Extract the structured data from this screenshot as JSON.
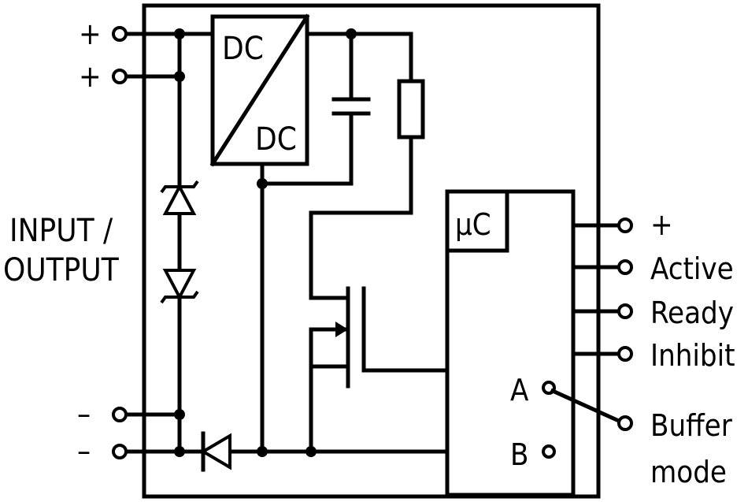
{
  "input_output": {
    "line1": "INPUT /",
    "line2": "OUTPUT",
    "plus_top": "+",
    "plus_second": "+",
    "minus_top": "–",
    "minus_bottom": "–"
  },
  "converter": {
    "top": "DC",
    "bottom": "DC"
  },
  "controller": {
    "label": "μC",
    "switch_a": "A",
    "switch_b": "B"
  },
  "signals": {
    "plus": "+",
    "active": "Active",
    "ready": "Ready",
    "inhibit": "Inhibit",
    "buffer_line1": "Buffer",
    "buffer_line2": "mode"
  }
}
